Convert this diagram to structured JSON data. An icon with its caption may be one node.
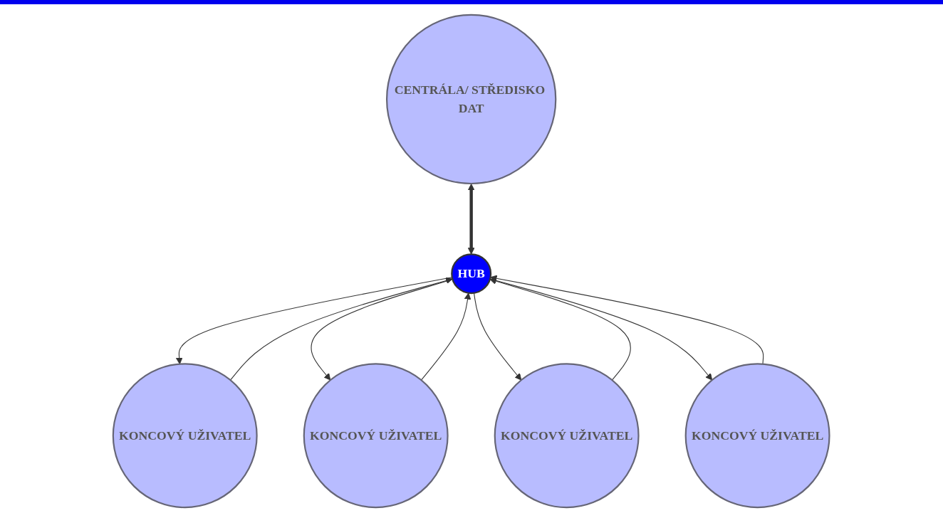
{
  "diagram": {
    "nodes": [
      {
        "text": [
          "CENTRÁLA/ STŘEDISKO DAT"
        ]
      },
      {
        "text": [
          "KONCOVÝ UŽIVATEL"
        ]
      },
      {
        "text": [
          "KONCOVÝ UŽIVATEL"
        ]
      },
      {
        "text": [
          "HUB"
        ]
      },
      {
        "text": [
          "KONCOVÝ UŽIVATEL"
        ]
      },
      {
        "text": [
          "KONCOVÝ UŽIVATEL"
        ]
      }
    ],
    "edges": [
      {
        "from": 0,
        "to": 3,
        "arrow": "both",
        "style": "thick"
      },
      {
        "from": 3,
        "to": 1,
        "arrow": "to"
      },
      {
        "from": 1,
        "to": 3,
        "arrow": "to"
      },
      {
        "from": 3,
        "to": 2,
        "arrow": "to"
      },
      {
        "from": 2,
        "to": 3,
        "arrow": "to"
      },
      {
        "from": 3,
        "to": 4,
        "arrow": "to"
      },
      {
        "from": 4,
        "to": 3,
        "arrow": "to"
      },
      {
        "from": 3,
        "to": 5,
        "arrow": "to"
      },
      {
        "from": 5,
        "to": 3,
        "arrow": "to"
      }
    ]
  }
}
